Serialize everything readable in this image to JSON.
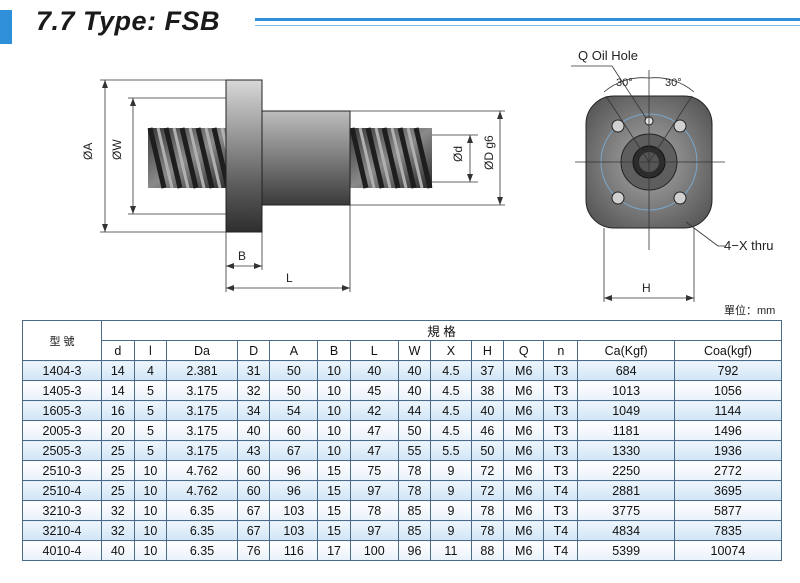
{
  "header": {
    "title": "7.7 Type: FSB"
  },
  "drawing": {
    "label_A": "ØA",
    "label_W": "ØW",
    "label_d": "Ød",
    "label_D": "ØD g6",
    "label_B": "B",
    "label_L": "L",
    "oil_hole": "Q Oil Hole",
    "angle_1": "30°",
    "angle_2": "30°",
    "thru": "4−X thru",
    "label_H": "H"
  },
  "unit_text": "單位：mm",
  "table": {
    "model_header": "型 號",
    "spec_header": "規 格",
    "columns": [
      "d",
      "l",
      "Da",
      "D",
      "A",
      "B",
      "L",
      "W",
      "X",
      "H",
      "Q",
      "n",
      "Ca(Kgf)",
      "Coa(kgf)"
    ],
    "rows": [
      [
        "1404-3",
        "14",
        "4",
        "2.381",
        "31",
        "50",
        "10",
        "40",
        "40",
        "4.5",
        "37",
        "M6",
        "T3",
        "684",
        "792"
      ],
      [
        "1405-3",
        "14",
        "5",
        "3.175",
        "32",
        "50",
        "10",
        "45",
        "40",
        "4.5",
        "38",
        "M6",
        "T3",
        "1013",
        "1056"
      ],
      [
        "1605-3",
        "16",
        "5",
        "3.175",
        "34",
        "54",
        "10",
        "42",
        "44",
        "4.5",
        "40",
        "M6",
        "T3",
        "1049",
        "1144"
      ],
      [
        "2005-3",
        "20",
        "5",
        "3.175",
        "40",
        "60",
        "10",
        "47",
        "50",
        "4.5",
        "46",
        "M6",
        "T3",
        "1181",
        "1496"
      ],
      [
        "2505-3",
        "25",
        "5",
        "3.175",
        "43",
        "67",
        "10",
        "47",
        "55",
        "5.5",
        "50",
        "M6",
        "T3",
        "1330",
        "1936"
      ],
      [
        "2510-3",
        "25",
        "10",
        "4.762",
        "60",
        "96",
        "15",
        "75",
        "78",
        "9",
        "72",
        "M6",
        "T3",
        "2250",
        "2772"
      ],
      [
        "2510-4",
        "25",
        "10",
        "4.762",
        "60",
        "96",
        "15",
        "97",
        "78",
        "9",
        "72",
        "M6",
        "T4",
        "2881",
        "3695"
      ],
      [
        "3210-3",
        "32",
        "10",
        "6.35",
        "67",
        "103",
        "15",
        "78",
        "85",
        "9",
        "78",
        "M6",
        "T3",
        "3775",
        "5877"
      ],
      [
        "3210-4",
        "32",
        "10",
        "6.35",
        "67",
        "103",
        "15",
        "97",
        "85",
        "9",
        "78",
        "M6",
        "T4",
        "4834",
        "7835"
      ],
      [
        "4010-4",
        "40",
        "10",
        "6.35",
        "76",
        "116",
        "17",
        "100",
        "96",
        "11",
        "88",
        "M6",
        "T4",
        "5399",
        "10074"
      ]
    ]
  },
  "colors": {
    "accent": "#2f8fd8",
    "row_tint": "#cfe4f5",
    "grid": "#4a6a86"
  }
}
